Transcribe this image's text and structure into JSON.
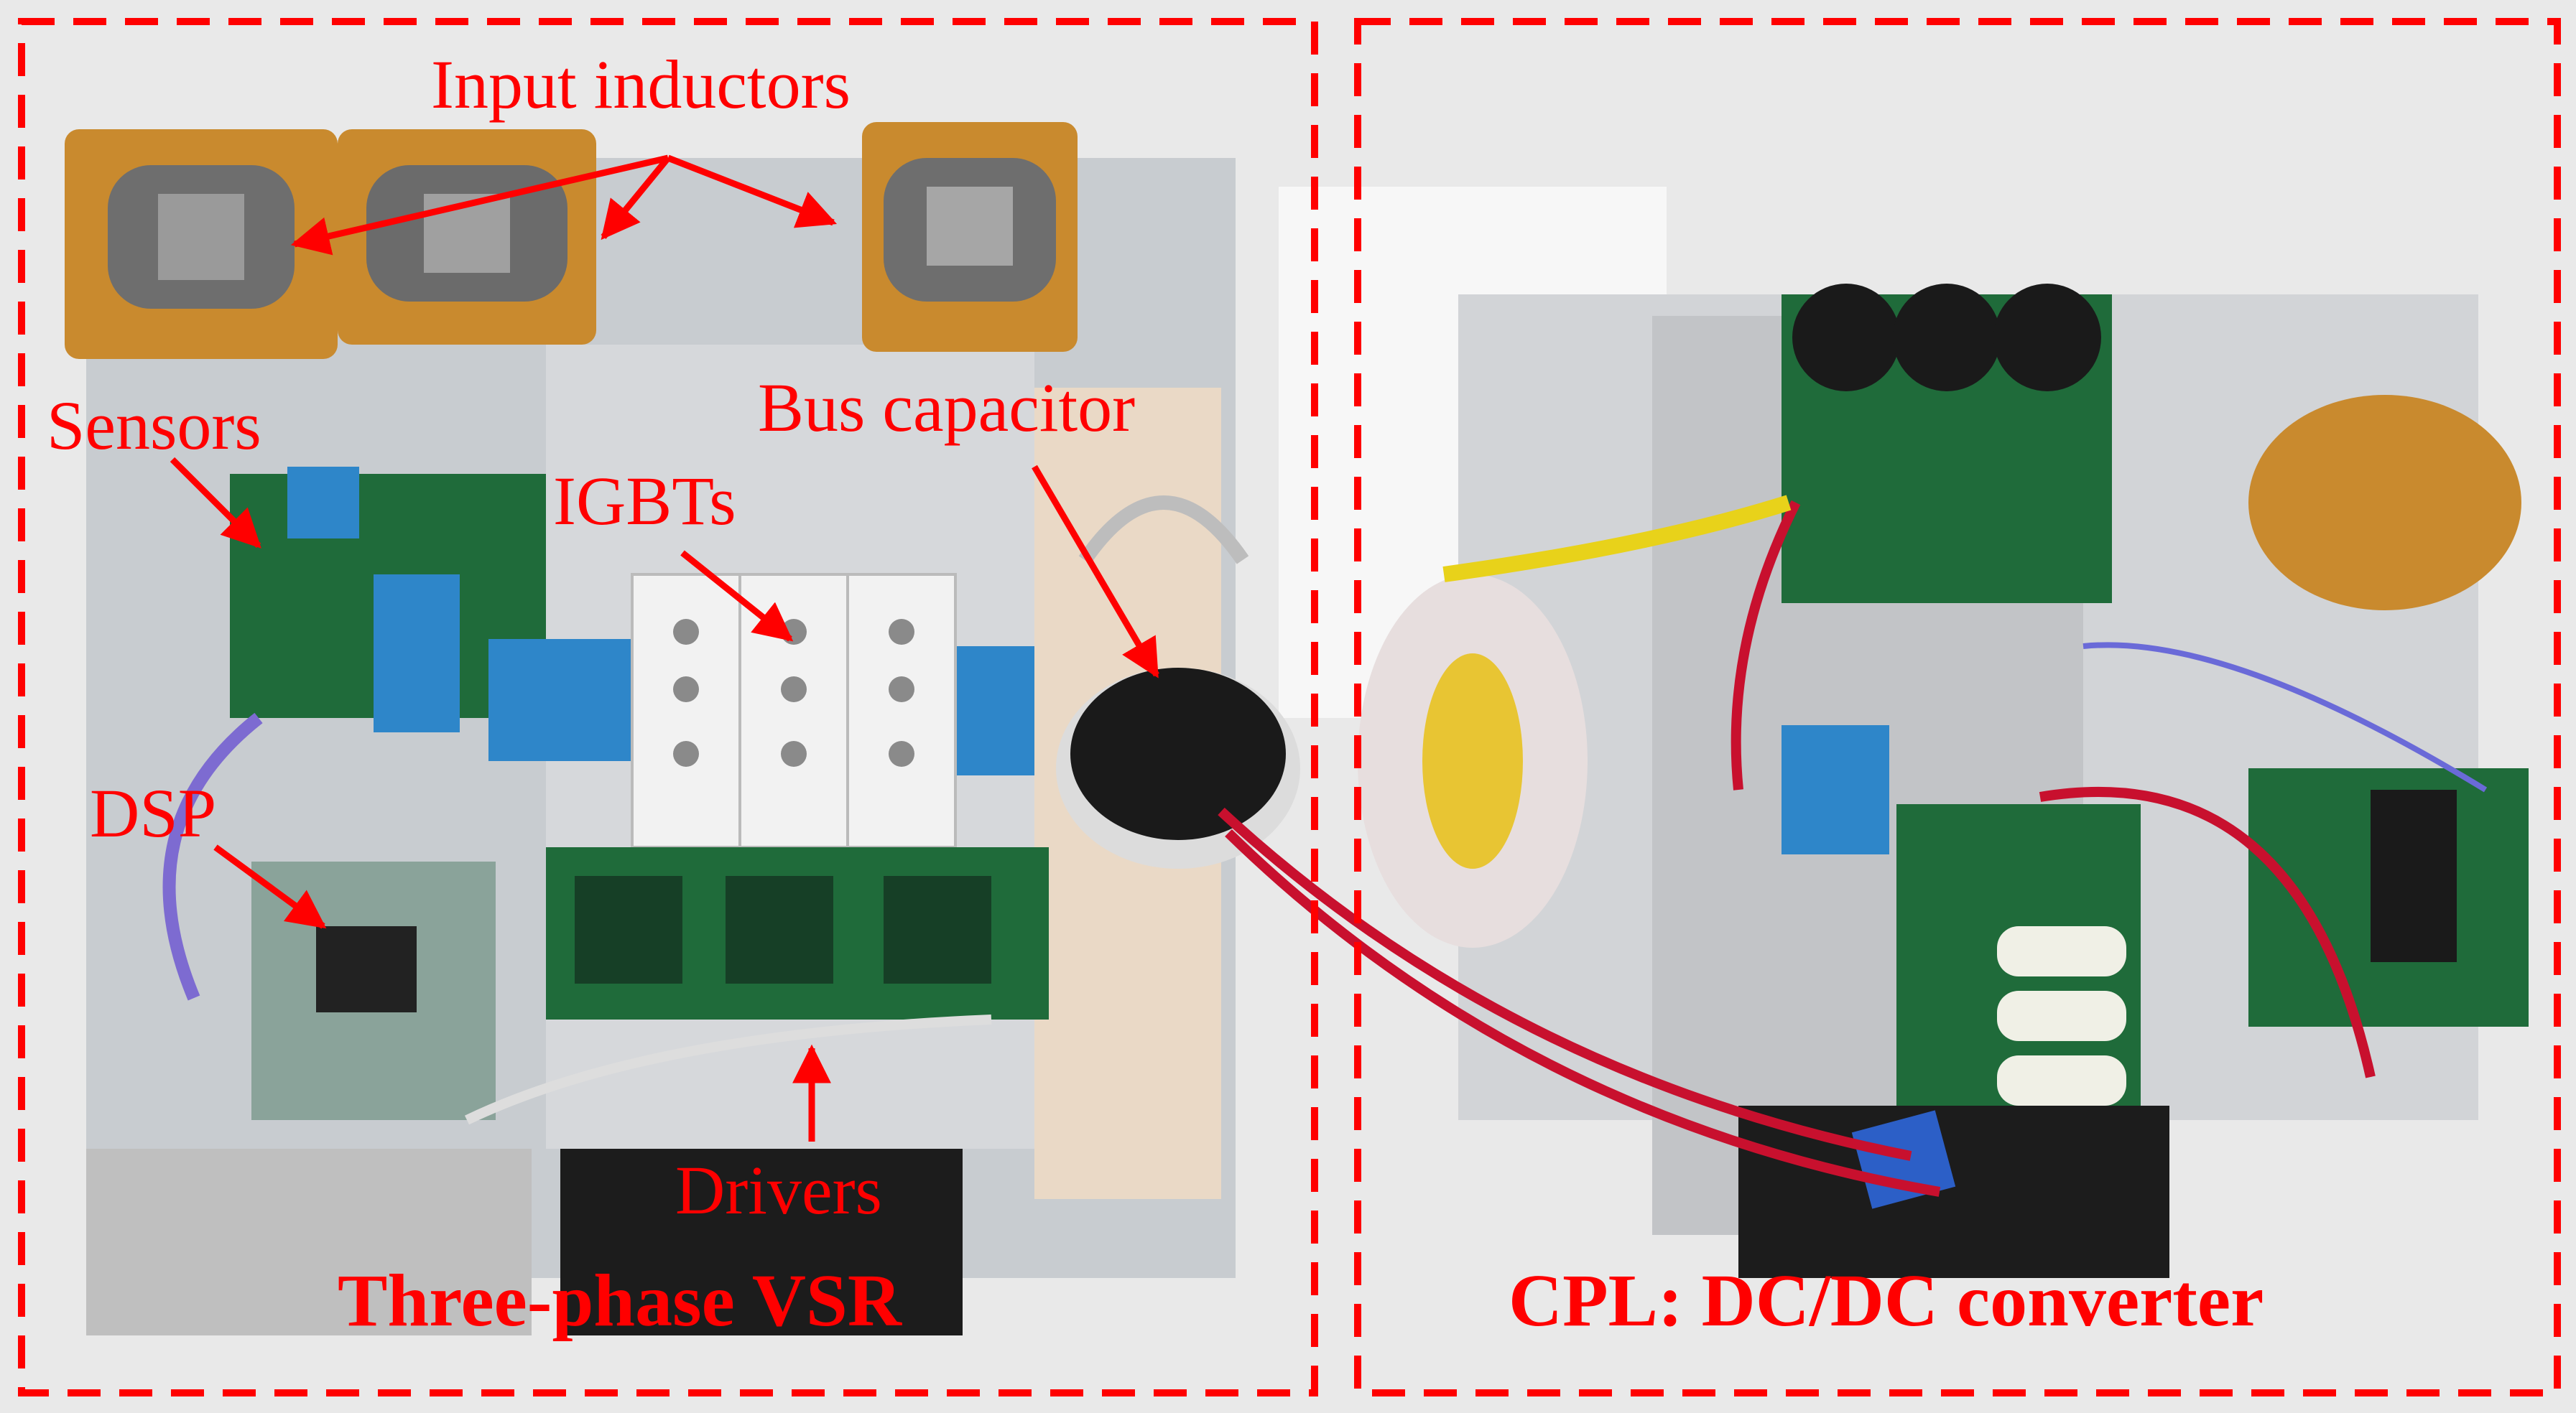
{
  "labels": {
    "input_inductors": "Input inductors",
    "sensors": "Sensors",
    "bus_capacitor": "Bus capacitor",
    "igbts": "IGBTs",
    "dsp": "DSP",
    "drivers": "Drivers",
    "vsr": "Three-phase VSR",
    "cpl": "CPL: DC/DC converter"
  },
  "colors": {
    "annotation": "#ff0000",
    "background": "#ebebeb",
    "plate": "#c9ccd0",
    "pcb": "#1f6b3a",
    "sensor_blue": "#2e86c9",
    "inductor_wood": "#c98a2e",
    "wire_red": "#c8102e"
  }
}
